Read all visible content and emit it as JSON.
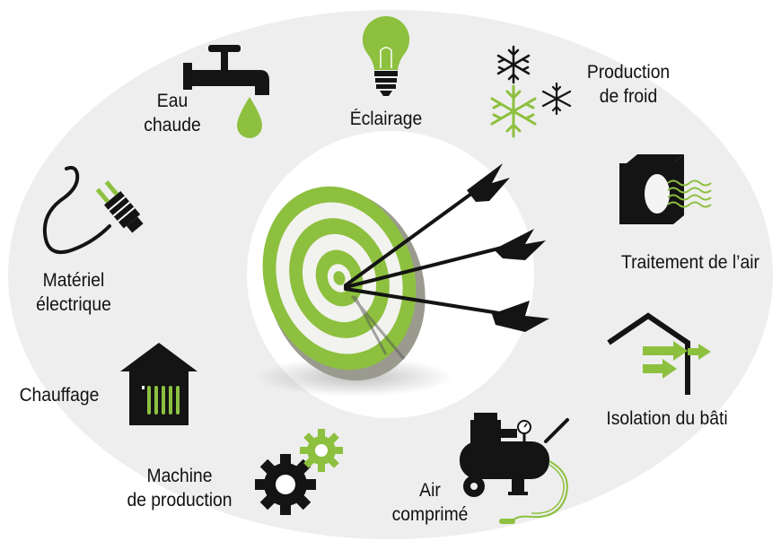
{
  "colors": {
    "accent_green": "#8dc03f",
    "dark": "#141414",
    "ellipse": "#eeeeee",
    "background": "#ffffff"
  },
  "center": {
    "icon": "target-with-arrows-icon"
  },
  "items": [
    {
      "icon": "water-tap-icon",
      "lines": [
        "Eau",
        "chaude"
      ]
    },
    {
      "icon": "light-bulb-icon",
      "lines": [
        "Éclairage"
      ]
    },
    {
      "icon": "snowflakes-icon",
      "lines": [
        "Production",
        "de froid"
      ]
    },
    {
      "icon": "air-handling-unit-icon",
      "lines": [
        "Traitement de l’air"
      ]
    },
    {
      "icon": "building-insulation-icon",
      "lines": [
        "Isolation du bâti"
      ]
    },
    {
      "icon": "air-compressor-icon",
      "lines": [
        "Air",
        "comprimé"
      ]
    },
    {
      "icon": "gears-icon",
      "lines": [
        "Machine",
        "de production"
      ]
    },
    {
      "icon": "house-radiator-icon",
      "lines": [
        "Chauffage"
      ]
    },
    {
      "icon": "electric-plug-icon",
      "lines": [
        "Matériel",
        "électrique"
      ]
    }
  ]
}
